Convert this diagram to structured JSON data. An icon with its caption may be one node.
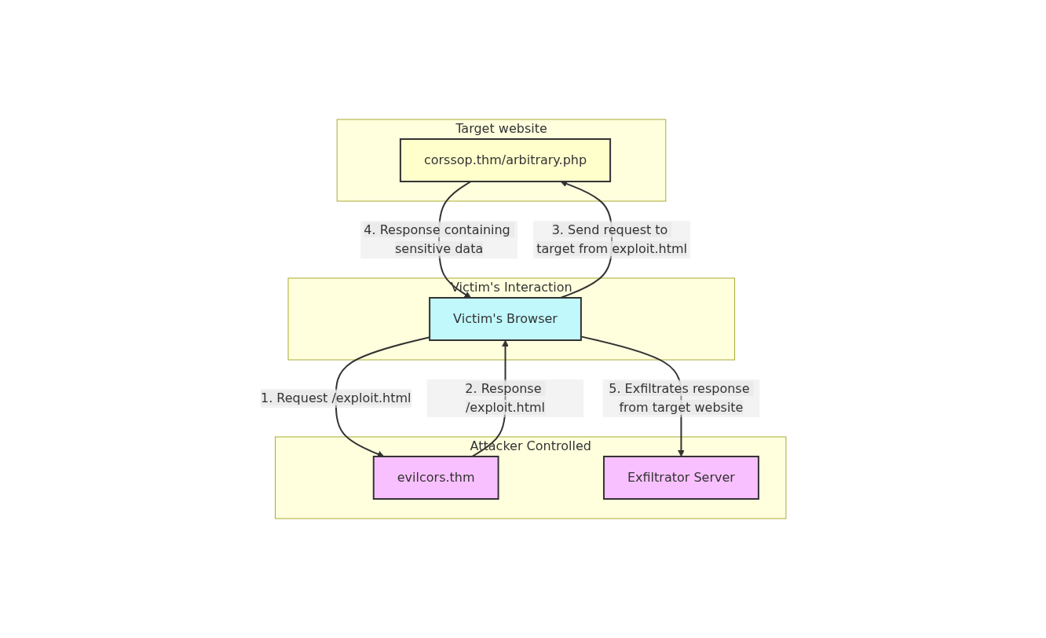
{
  "diagram": {
    "nodes": [
      {
        "text": [
          "Target website"
        ]
      },
      {
        "text": [
          "corssop.thm/arbitrary.php"
        ],
        "in": 0
      },
      {
        "text": [
          "Victim's Interaction"
        ]
      },
      {
        "text": [
          "Victim's Browser"
        ],
        "in": 2
      },
      {
        "text": [
          "Attacker Controlled"
        ]
      },
      {
        "text": [
          "evilcors.thm"
        ],
        "in": 4
      },
      {
        "text": [
          "Exfiltrator Server"
        ],
        "in": 4
      }
    ],
    "edges": [
      {
        "from": 3,
        "to": 5,
        "arrow": "to",
        "label": "1. Request /exploit.html"
      },
      {
        "from": 5,
        "to": 3,
        "arrow": "to",
        "label": "2. Response /exploit.html"
      },
      {
        "from": 3,
        "to": 1,
        "arrow": "to",
        "label": "3. Send request to target from exploit.html"
      },
      {
        "from": 1,
        "to": 3,
        "arrow": "to",
        "label": "4. Response containing sensitive data"
      },
      {
        "from": 3,
        "to": 6,
        "arrow": "to",
        "label": "5. Exfiltrates response from target website"
      }
    ]
  }
}
